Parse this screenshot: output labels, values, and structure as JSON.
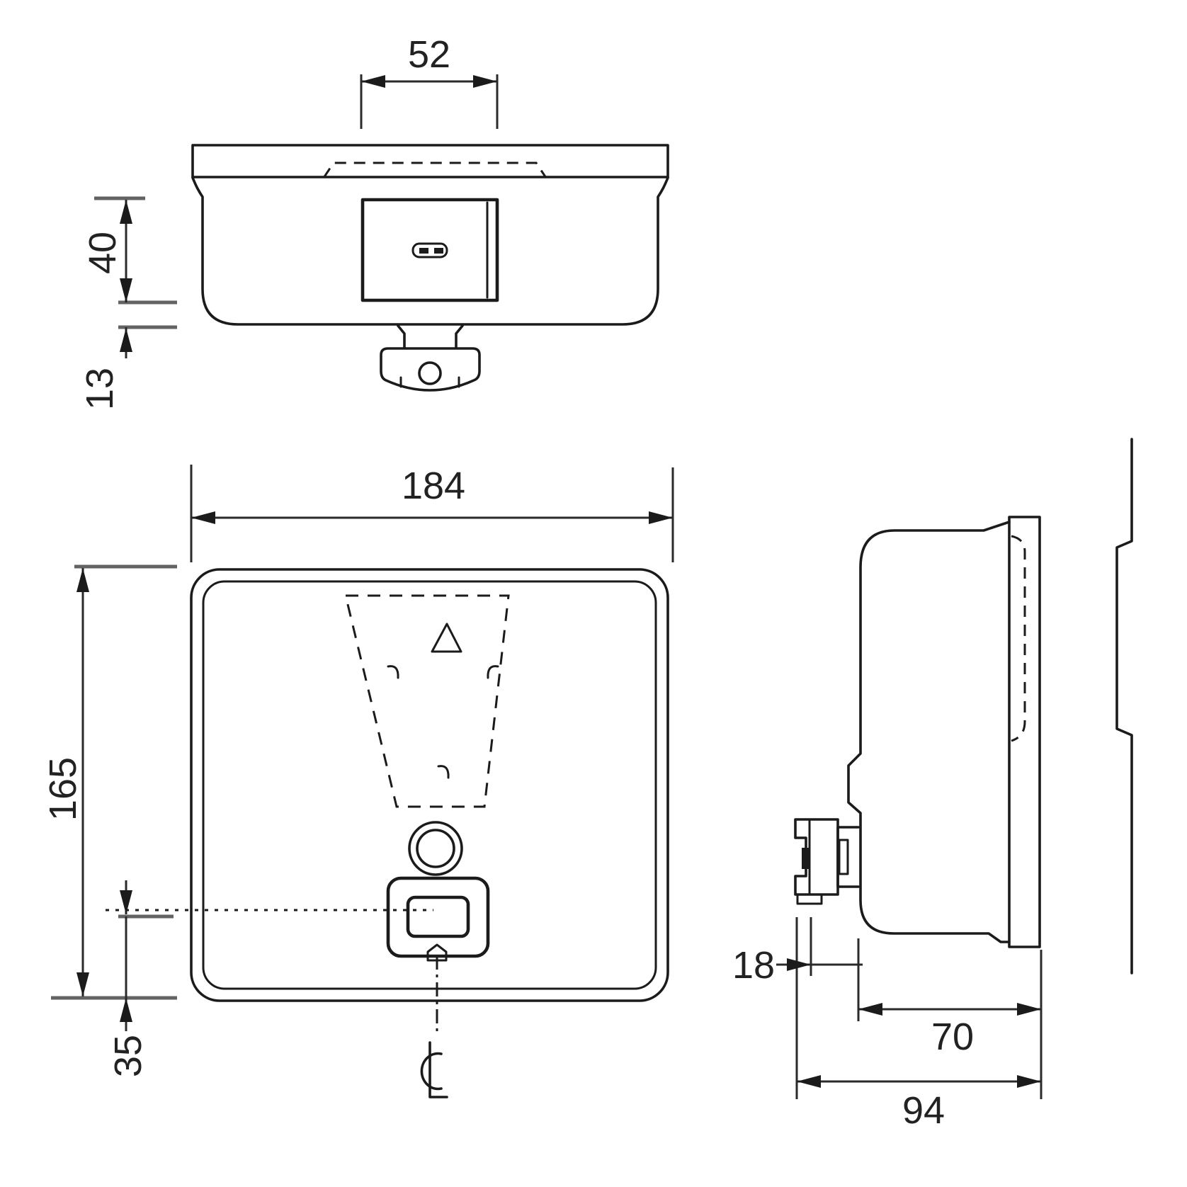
{
  "drawing": {
    "views": {
      "top": {
        "dims": {
          "slot_width": "52",
          "body_front_height": "40",
          "spout_drop": "13"
        }
      },
      "front": {
        "dims": {
          "width": "184",
          "height": "165",
          "spout_center_to_bottom": "35"
        }
      },
      "side": {
        "dims": {
          "button_projection": "18",
          "body_depth": "70",
          "overall_depth": "94"
        }
      }
    },
    "symbols": {
      "centerline": "℄"
    }
  }
}
